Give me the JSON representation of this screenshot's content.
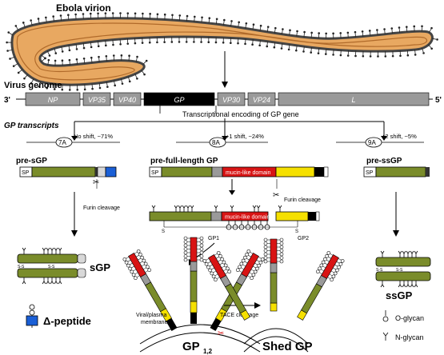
{
  "virion": {
    "title": "Ebola virion"
  },
  "genome": {
    "label": "Virus genome",
    "end_3": "3'",
    "end_5": "5'",
    "genes": [
      "NP",
      "VP35",
      "VP40",
      "GP",
      "VP30",
      "VP24",
      "L"
    ]
  },
  "transcripts": {
    "label": "GP transcripts",
    "encoding_text": "Transcriptional encoding of GP gene",
    "sites": [
      {
        "site": "7A",
        "note": "No shift, ~71%",
        "name": "pre-sGP"
      },
      {
        "site": "8A",
        "note": "+1 shift, ~24%",
        "name": "pre-full-length GP"
      },
      {
        "site": "9A",
        "note": "+2 shift, ~5%",
        "name": "pre-ssGP"
      }
    ]
  },
  "protein": {
    "sp": "SP",
    "mucin_domain": "mucin-like domain",
    "furin_cleavage": "Furin cleavage",
    "gp1": "GP1",
    "gp2": "GP2",
    "ss": "S-S",
    "s": "S",
    "sGP": "sGP",
    "ssGP": "ssGP",
    "delta_peptide": "Δ-peptide",
    "gp12_main": "GP",
    "gp12_sub": "1,2",
    "shed_gp": "Shed GP",
    "tace": "TACE cleavage",
    "membrane_line1": "Viral/plasma",
    "membrane_line2": "membrane"
  },
  "legend": {
    "o_glycan": "O-glycan",
    "n_glycan": "N-glycan"
  },
  "colors": {
    "virion_fill": "#e8a861",
    "olive": "#7a8c2a",
    "mucin_red": "#d81414",
    "yellow": "#f5e000",
    "blue": "#1a5fd6",
    "gray_gene": "#9a9a9a"
  }
}
